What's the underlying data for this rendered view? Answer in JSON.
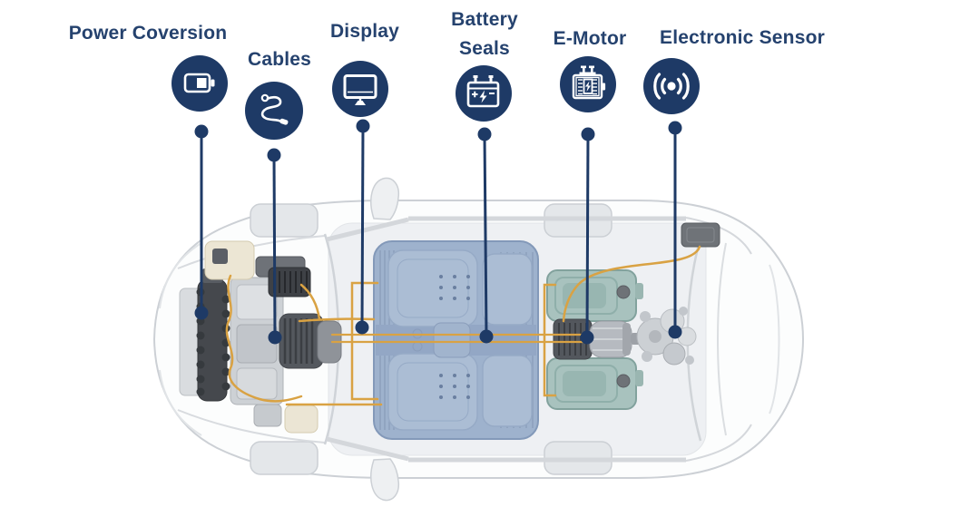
{
  "figure": {
    "type": "ev-components-infographic",
    "callouts": [
      {
        "label": "Power Coversion",
        "icon": "battery-charge-icon"
      },
      {
        "label": "Cables",
        "icon": "cable-icon"
      },
      {
        "label": "Display",
        "icon": "monitor-icon"
      },
      {
        "label": "Battery Seals",
        "icon": "car-battery-icon"
      },
      {
        "label": "E-Motor",
        "icon": "electric-motor-icon"
      },
      {
        "label": "Electronic Sensor",
        "icon": "wireless-signal-icon"
      }
    ],
    "colors": {
      "accent_navy": "#1e3a66",
      "label_text": "#25426e",
      "cable_orange": "#d9a243",
      "battery_pack_blue": "#9aafcb",
      "rear_module_teal": "#a8c2be",
      "car_body": "#fcfdfd"
    }
  }
}
